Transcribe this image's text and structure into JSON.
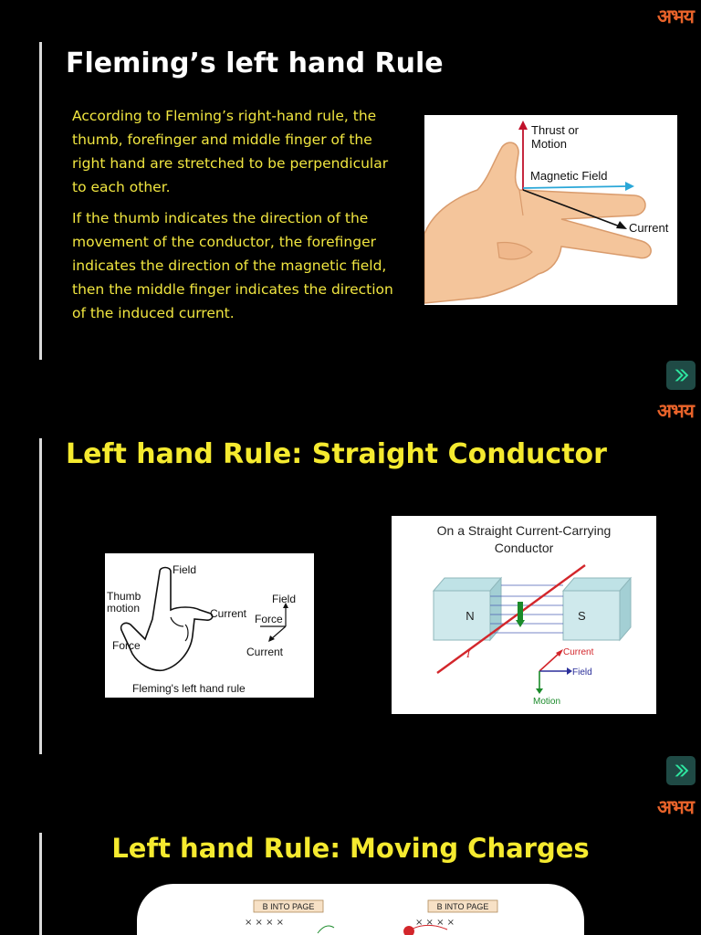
{
  "logo_text": "अभय",
  "slide1": {
    "title": "Fleming’s left hand Rule",
    "paragraph1": "According to Fleming’s right-hand rule, the thumb, forefinger and middle finger of the right hand are stretched to be perpendicular to each other.",
    "paragraph2": " If the thumb indicates the direction of the movement of the conductor, the forefinger indicates the direction of the magnetic field, then the middle finger indicates the direction of the induced current.",
    "figure": {
      "label_thrust_line1": "Thrust or",
      "label_thrust_line2": "Motion",
      "label_field": "Magnetic Field",
      "label_current": "Current"
    }
  },
  "slide2": {
    "title": "Left hand Rule: Straight Conductor",
    "figure_a": {
      "label_field_top": "Field",
      "label_thumb_line1": "Thumb",
      "label_thumb_line2": "motion",
      "label_current_finger": "Current",
      "label_force_left": "Force",
      "label_axis_field": "Field",
      "label_axis_force": "Force",
      "label_axis_current": "Current",
      "caption": "Fleming's left hand rule"
    },
    "figure_b": {
      "title_line1": "On a Straight Current-Carrying",
      "title_line2": "Conductor",
      "label_n": "N",
      "label_s": "S",
      "label_i": "I",
      "legend_current": "Current",
      "legend_field": "Field",
      "legend_motion": "Motion"
    }
  },
  "slide3": {
    "title": "Left hand Rule: Moving Charges",
    "figure": {
      "badge_left": "B INTO PAGE",
      "badge_right": "B INTO PAGE",
      "marks_left": "×  ×  ×  ×",
      "marks_right": "×  ×  ×  ×"
    }
  }
}
